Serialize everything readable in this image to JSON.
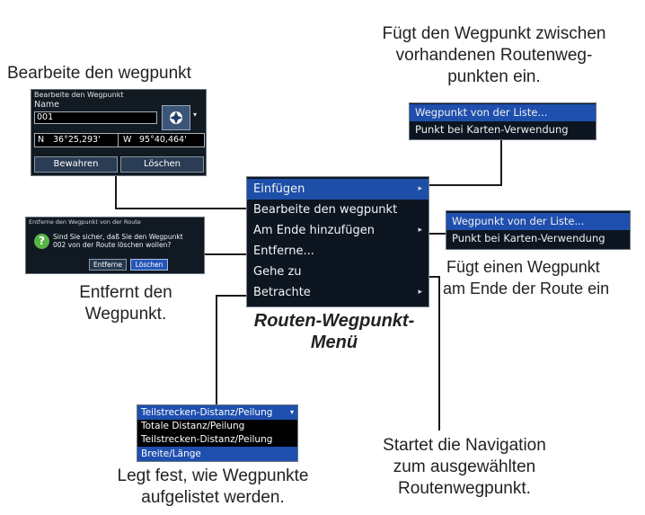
{
  "captions": {
    "edit_waypoint_title": "Bearbeite den wegpunkt",
    "insert_desc": [
      "Fügt den Wegpunkt zwischen",
      "vorhandenen Routenweg-",
      "punkten ein."
    ],
    "remove_desc": [
      "Entfernt den",
      "Wegpunkt."
    ],
    "append_desc": [
      "Fügt einen Wegpunkt",
      "am Ende der Route ein"
    ],
    "menu_title": [
      "Routen-Wegpunkt-",
      "Menü"
    ],
    "navigate_desc": [
      "Startet die Navigation",
      "zum ausgewählten",
      "Routenwegpunkt."
    ],
    "view_desc": [
      "Legt fest, wie Wegpunkte",
      "aufgelistet werden."
    ]
  },
  "main_menu": {
    "items": [
      {
        "label": "Einfügen",
        "has_submenu": true,
        "selected": true
      },
      {
        "label": "Bearbeite den wegpunkt",
        "has_submenu": false,
        "selected": false
      },
      {
        "label": "Am Ende hinzufügen",
        "has_submenu": true,
        "selected": false
      },
      {
        "label": "Entferne...",
        "has_submenu": false,
        "selected": false
      },
      {
        "label": "Gehe zu",
        "has_submenu": false,
        "selected": false
      },
      {
        "label": "Betrachte",
        "has_submenu": true,
        "selected": false
      }
    ]
  },
  "insert_submenu": {
    "items": [
      "Wegpunkt von der Liste...",
      "Punkt bei Karten-Verwendung"
    ]
  },
  "append_submenu": {
    "items": [
      "Wegpunkt von der Liste...",
      "Punkt bei Karten-Verwendung"
    ]
  },
  "edit_dialog": {
    "title": "Bearbeite den Wegpunkt",
    "name_label": "Name",
    "name_value": "001",
    "lat_prefix": "N",
    "lat_value": "36°25,293'",
    "lon_prefix": "W",
    "lon_value": "95°40,464'",
    "save_label": "Bewahren",
    "delete_label": "Löschen"
  },
  "remove_dialog": {
    "title": "Entferne den Wegpunkt von der Route",
    "question_mark": "?",
    "message_line1": "Sind Sie sicher, daß Sie den Wegpunkt",
    "message_line2": "002 von der Route löschen wollen?",
    "remove_label": "Entferne",
    "delete_label": "Löschen"
  },
  "view_dropdown": {
    "selected": "Teilstrecken-Distanz/Peilung",
    "options": [
      "Totale Distanz/Peilung",
      "Teilstrecken-Distanz/Peilung",
      "Breite/Länge"
    ],
    "highlighted_index": 2
  },
  "colors": {
    "menu_bg": "#0d1620",
    "menu_selected": "#1d4fa8",
    "caption_text": "#222222"
  }
}
